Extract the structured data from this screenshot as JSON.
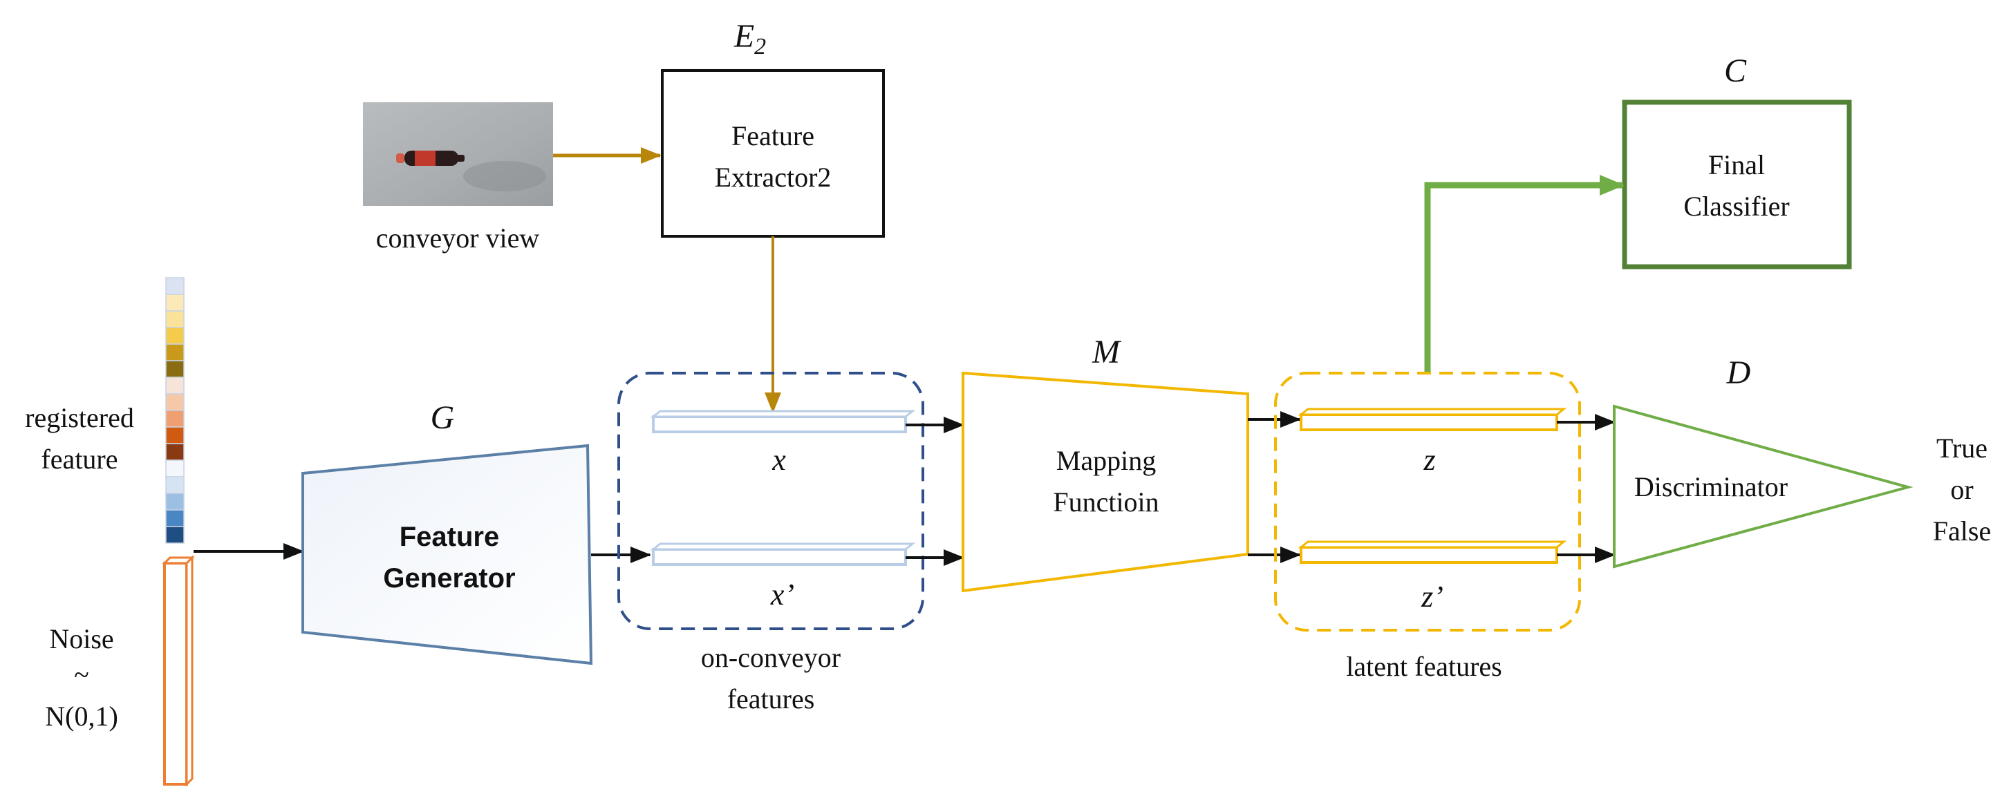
{
  "symbols": {
    "e2": "E",
    "e2_sub": "2",
    "c": "C",
    "m": "M",
    "g": "G",
    "d": "D"
  },
  "boxes": {
    "extractor_line1": "Feature",
    "extractor_line2": "Extractor2",
    "classifier_line1": "Final",
    "classifier_line2": "Classifier",
    "mapping_line1": "Mapping",
    "mapping_line2": "Functioin",
    "generator_line1": "Feature",
    "generator_line2": "Generator",
    "discriminator": "Discriminator"
  },
  "labels": {
    "conveyor_view": "conveyor view",
    "registered_line1": "registered",
    "registered_line2": "feature",
    "noise_line1": "Noise",
    "noise_line2": "~",
    "noise_line3": "N(0,1)",
    "on_conveyor_line1": "on-conveyor",
    "on_conveyor_line2": "features",
    "latent": "latent features",
    "output_line1": "True",
    "output_line2": "or",
    "output_line3": "False"
  },
  "vectors": {
    "x": "x",
    "x_prime": "x’",
    "z": "z",
    "z_prime": "z’"
  },
  "colors": {
    "extractor_arrow": "#b8860b",
    "generator_border": "#5b7fa6",
    "mapping_border": "#f2b700",
    "classifier_border": "#538135",
    "classifier_arrow": "#70ad47",
    "discriminator_border": "#70ad47",
    "on_conveyor_group": "#2f4f8a",
    "latent_group": "#f2b700",
    "noise_border": "#ed7d31"
  }
}
